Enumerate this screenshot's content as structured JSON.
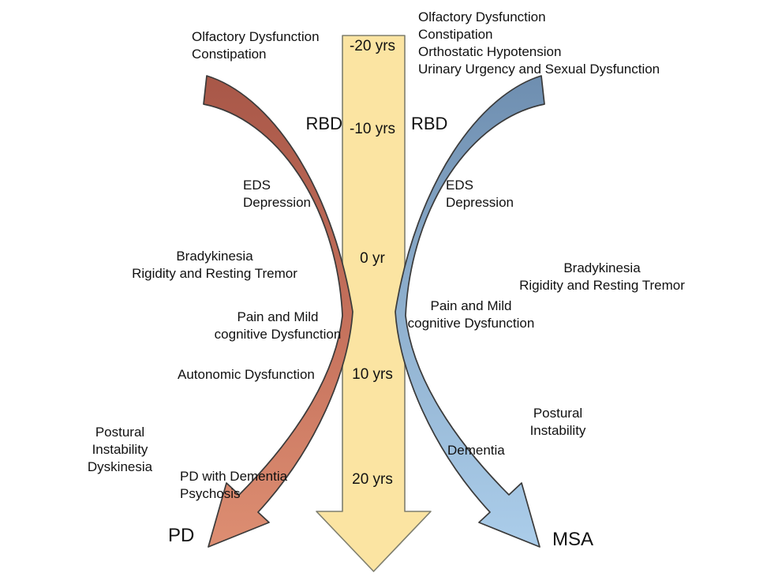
{
  "colors": {
    "timeline_arrow_fill": "#FBE4A2",
    "timeline_arrow_stroke": "#7E7E6E",
    "pd_arrow_top": "#A85748",
    "pd_arrow_bottom": "#DD8E72",
    "msa_arrow_top": "#6E8EB0",
    "msa_arrow_bottom": "#ABCDEA",
    "text": "#111111"
  },
  "timeline": {
    "t_minus_20": "-20 yrs",
    "t_minus_10": "-10 yrs",
    "t_zero": "0 yr",
    "t_plus_10": "10 yrs",
    "t_plus_20": "20 yrs"
  },
  "pd_track": {
    "name": "PD",
    "prodromal": "Olfactory Dysfunction\nConstipation",
    "rbd": "RBD",
    "eds": "EDS\nDepression",
    "motor_onset": "Bradykinesia\nRigidity and Resting Tremor",
    "pain": "Pain and Mild\ncognitive Dysfunction",
    "autonomic": "Autonomic Dysfunction",
    "postural": "Postural\nInstability\nDyskinesia",
    "late": "PD with Dementia\nPsychosis"
  },
  "msa_track": {
    "name": "MSA",
    "prodromal": "Olfactory Dysfunction\nConstipation\nOrthostatic Hypotension\nUrinary Urgency and Sexual Dysfunction",
    "rbd": "RBD",
    "eds": "EDS\nDepression",
    "motor_onset": "Bradykinesia\nRigidity and Resting Tremor",
    "pain": "Pain and Mild\ncognitive Dysfunction",
    "postural": "Postural\nInstability",
    "late": "Dementia"
  }
}
